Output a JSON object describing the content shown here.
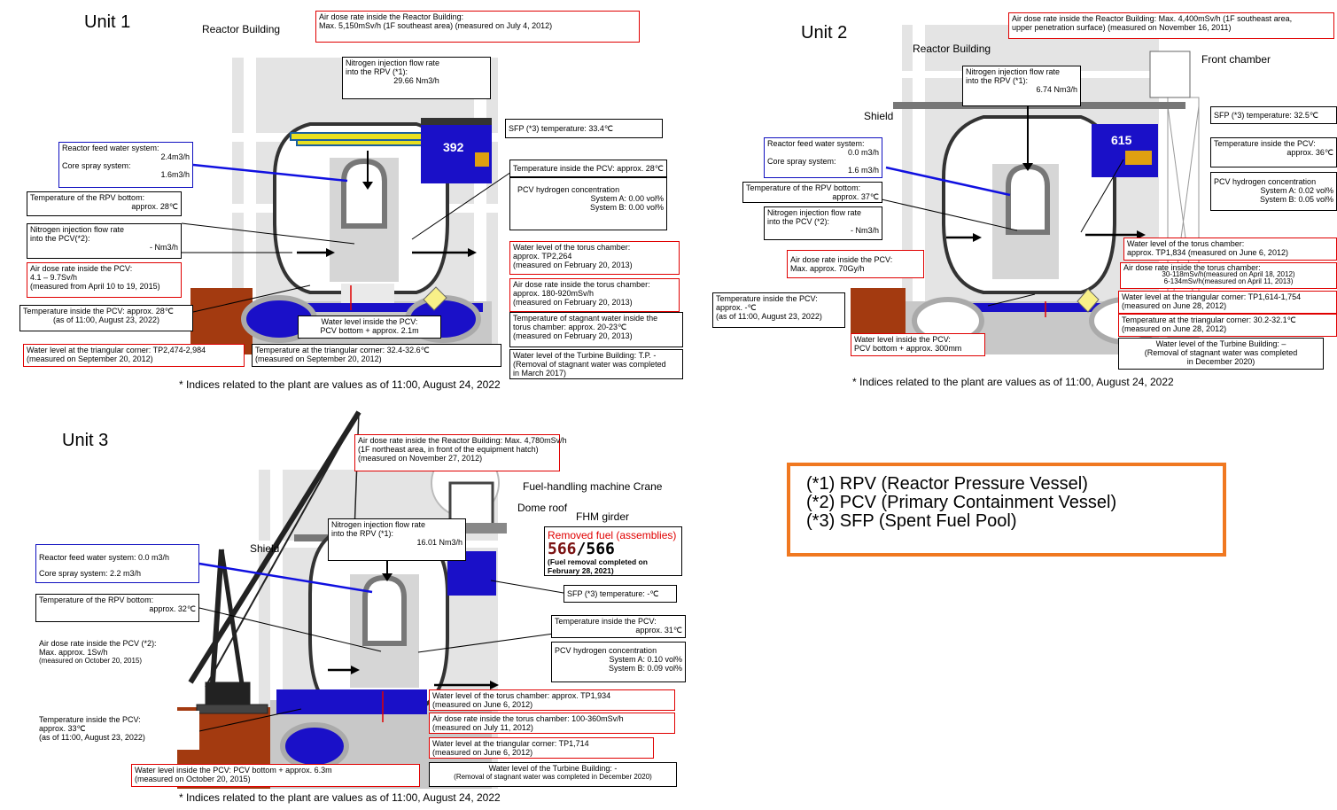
{
  "unit1": {
    "title": "Unit 1",
    "building_label": "Reactor Building",
    "air_dose_building": [
      "Air dose rate inside the Reactor Building:",
      "Max. 5,150mSv/h (1F southeast area) (measured on July 4, 2012)"
    ],
    "nitrogen_rpv": [
      "Nitrogen injection flow rate",
      "into the RPV (*1):",
      "29.66  Nm3/h"
    ],
    "sfp_temp": "SFP (*3) temperature: 33.4℃",
    "fuel_count": "392",
    "feed_water": [
      "Reactor feed water system:",
      "2.4m3/h",
      "Core spray system:",
      "1.6m3/h"
    ],
    "rpv_bottom_temp": [
      "Temperature of the RPV bottom:",
      "approx. 28℃"
    ],
    "nitrogen_pcv": [
      "Nitrogen injection flow rate",
      "into the PCV(*2):",
      "-  Nm3/h"
    ],
    "pcv_air_dose": [
      "Air dose rate inside the PCV:",
      "4.1 – 9.7Sv/h",
      "(measured from April 10 to 19, 2015)"
    ],
    "pcv_temp_left": [
      "Temperature inside the PCV: approx. 28℃",
      "(as of 11:00, August 23, 2022)"
    ],
    "triangular_level": [
      "Water level at the triangular corner: TP2,474-2,984",
      "(measured on September 20, 2012)"
    ],
    "pcv_water_level": [
      "Water level inside the PCV:",
      "PCV bottom + approx. 2.1m"
    ],
    "triangular_temp": [
      "Temperature at the triangular corner: 32.4-32.6℃",
      "(measured on September 20, 2012)"
    ],
    "pcv_temp_right": "Temperature  inside the PCV:  approx.  28℃",
    "hydrogen": [
      "PCV hydrogen concentration",
      "System A: 0.00 vol%",
      "System B: 0.00 vol%"
    ],
    "torus_level": [
      "Water level of the torus chamber:",
      "approx. TP2,264",
      "(measured on February 20, 2013)"
    ],
    "torus_air_dose": [
      "Air dose rate inside the torus chamber:",
      "approx. 180-920mSv/h",
      "(measured on February 20, 2013)"
    ],
    "stagnant_temp": [
      "Temperature of stagnant water inside the",
      "torus chamber: approx. 20-23℃",
      "(measured on February 20, 2013)"
    ],
    "turbine_level": [
      "Water level of the Turbine Building: T.P. -",
      "(Removal of stagnant water was completed",
      "in March 2017)"
    ],
    "footnote": "* Indices related to the plant are values as of 11:00, August 24, 2022"
  },
  "unit2": {
    "title": "Unit 2",
    "building_label": "Reactor Building",
    "air_dose_building": [
      "Air dose rate inside the Reactor Building: Max. 4,400mSv/h (1F southeast area,",
      "upper penetration surface) (measured on November 16, 2011)"
    ],
    "front_chamber": "Front chamber",
    "shield": "Shield",
    "nitrogen_rpv": [
      "Nitrogen injection flow rate",
      "into the RPV (*1):",
      "6.74  Nm3/h"
    ],
    "sfp_temp": "SFP (*3) temperature:     32.5℃",
    "fuel_count": "615",
    "feed_water": [
      "Reactor feed water system:",
      "0.0 m3/h",
      "Core spray system:",
      "1.6 m3/h"
    ],
    "rpv_bottom_temp": [
      "Temperature of the RPV bottom:",
      "approx. 37℃"
    ],
    "nitrogen_pcv": [
      "Nitrogen injection flow rate",
      "into the PCV (*2):",
      "-  Nm3/h"
    ],
    "pcv_air_dose": [
      "Air dose rate inside the PCV:",
      "Max. approx. 70Gy/h"
    ],
    "pcv_temp_left": [
      "Temperature inside the PCV:",
      "approx. -℃",
      "(as of 11:00, August 23, 2022)"
    ],
    "pcv_water_level": [
      "Water level inside the PCV:",
      "PCV bottom + approx. 300mm"
    ],
    "pcv_temp_right": [
      "Temperature inside the PCV:",
      "approx. 36℃"
    ],
    "hydrogen": [
      "PCV hydrogen concentration",
      "System A: 0.02 vol%",
      "System B: 0.05 vol%"
    ],
    "torus_level": [
      "Water level of the torus chamber:",
      "approx. TP1,834 (measured on June 6, 2012)"
    ],
    "torus_air_dose": [
      "Air dose rate inside the torus chamber:",
      "30-118mSv/h(measured on April 18, 2012)",
      "6-134mSv/h(measured on April 11, 2013)"
    ],
    "triangular_level": [
      "Water level at the triangular corner: TP1,614-1,754",
      "(measured on June 28, 2012)"
    ],
    "triangular_temp": [
      "Temperature at the triangular corner: 30.2-32.1℃",
      "(measured on June 28, 2012)"
    ],
    "turbine_level": [
      "Water level of the Turbine Building: –",
      "(Removal of stagnant water was completed",
      "in December 2020)"
    ],
    "footnote": "* Indices related to the plant are values as of 11:00, August 24, 2022"
  },
  "unit3": {
    "title": "Unit 3",
    "air_dose_building": [
      "Air dose rate inside the Reactor Building: Max. 4,780mSv/h",
      "(1F northeast area, in front of the equipment hatch)",
      "(measured on November 27, 2012)"
    ],
    "crane": "Fuel-handling machine Crane",
    "dome_roof": "Dome roof",
    "fhm_girder": "FHM girder",
    "shield": "Shield",
    "nitrogen_rpv": [
      "Nitrogen injection flow rate",
      "into the RPV (*1):",
      "16.01 Nm3/h"
    ],
    "removed_fuel_title": "Removed fuel (assemblies)",
    "removed_fuel_done": "566",
    "removed_fuel_total": "566",
    "removed_fuel_note": [
      "(Fuel removal completed on",
      "February 28, 2021)"
    ],
    "sfp_temp": "SFP (*3) temperature:     -℃",
    "feed_water": [
      "Reactor feed water system: 0.0 m3/h",
      "Core spray system:      2.2 m3/h"
    ],
    "rpv_bottom_temp": [
      "Temperature of the RPV bottom:",
      "approx. 32℃"
    ],
    "pcv_air_dose": [
      "Air dose rate inside the PCV (*2):",
      "Max. approx. 1Sv/h",
      "(measured on October 20, 2015)"
    ],
    "pcv_temp_left": [
      "Temperature inside the PCV:",
      "approx. 33℃",
      "(as of 11:00, August 23, 2022)"
    ],
    "pcv_temp_right": [
      "Temperature inside the PCV:",
      "approx. 31℃"
    ],
    "hydrogen": [
      "PCV hydrogen concentration",
      "System A: 0.10 vol%",
      "System B: 0.09 vol%"
    ],
    "torus_level": [
      "Water level of the torus chamber: approx. TP1,934",
      "(measured on June 6, 2012)"
    ],
    "torus_air_dose": [
      "Air dose rate inside the torus chamber: 100-360mSv/h",
      "(measured on July 11, 2012)"
    ],
    "triangular_level": [
      "Water level at the triangular corner: TP1,714",
      "(measured on June 6, 2012)"
    ],
    "pcv_water_level": [
      "Water level inside the PCV: PCV bottom + approx. 6.3m",
      "(measured on October 20, 2015)"
    ],
    "turbine_level": [
      "Water level of the Turbine Building: -",
      "(Removal of stagnant water was completed in December 2020)"
    ],
    "footnote": "* Indices related to the plant are values as of 11:00, August 24, 2022"
  },
  "legend": [
    "(*1) RPV (Reactor Pressure Vessel)",
    "(*2) PCV (Primary Containment Vessel)",
    "(*3) SFP (Spent Fuel Pool)"
  ],
  "colors": {
    "red_border": "#e00000",
    "blue_border": "#1010c0",
    "pool": "#1a10c8",
    "building_grey": "#d6d6d6",
    "turbine_brown": "#a33a10",
    "legend_border": "#f07820",
    "removed_fuel": "#7a1010"
  }
}
